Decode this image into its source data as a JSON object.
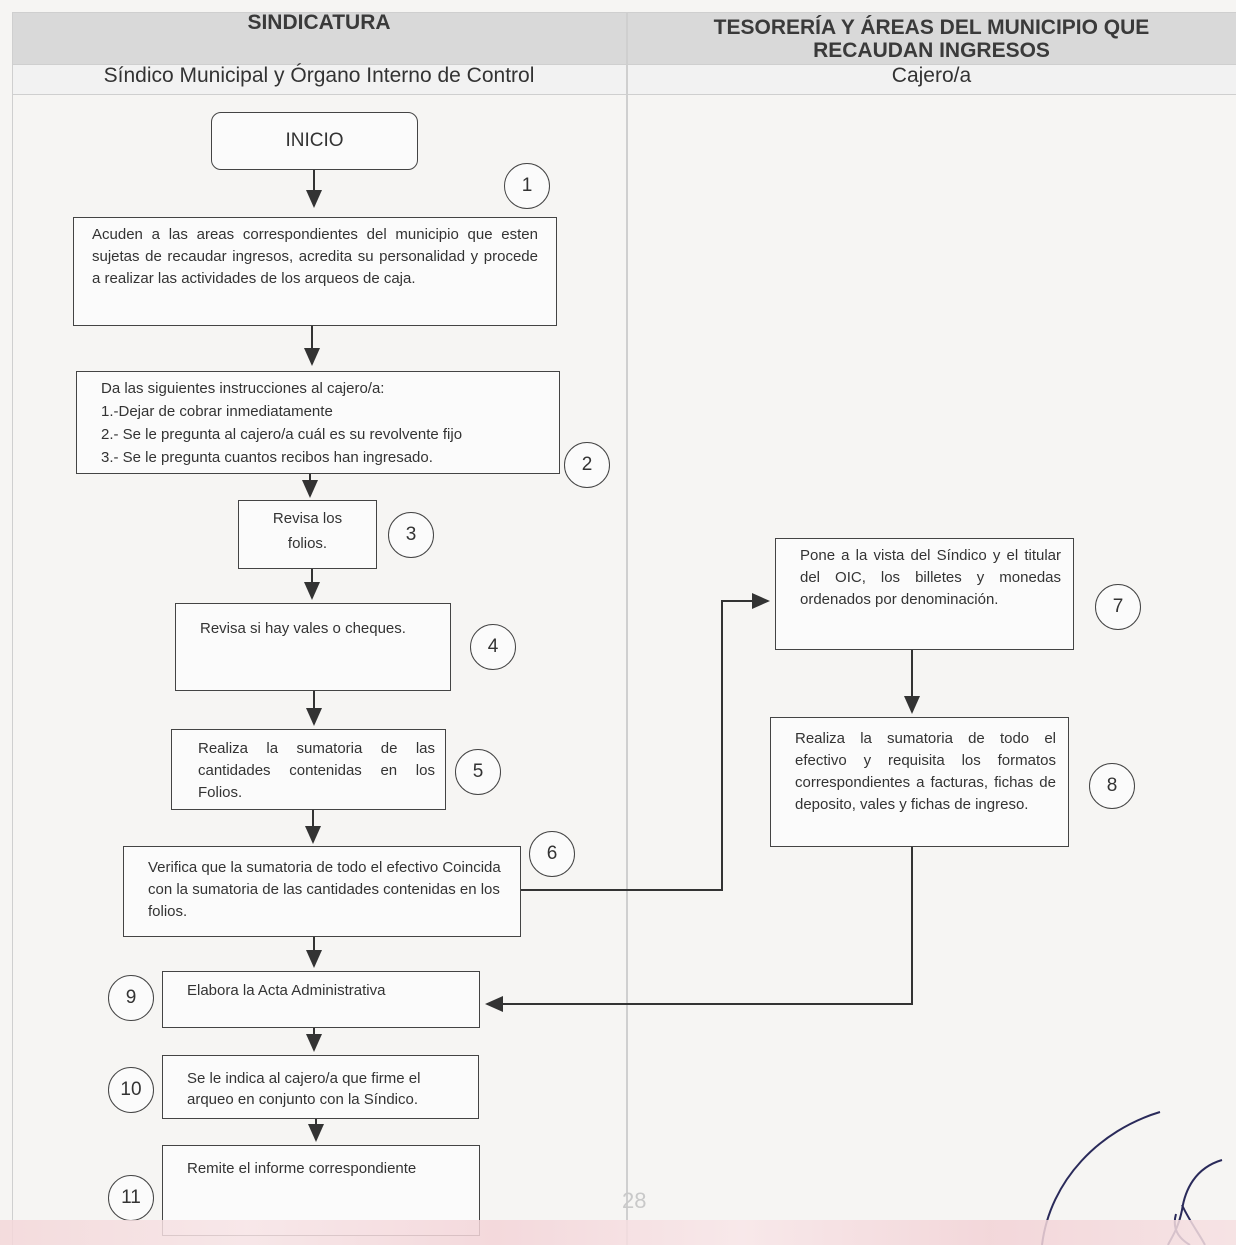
{
  "header": {
    "col_left_title": "SINDICATURA",
    "col_right_title_line1": "TESORERÍA Y ÁREAS DEL MUNICIPIO QUE",
    "col_right_title_line2": "RECAUDAN INGRESOS",
    "col_left_role": "Síndico Municipal y Órgano Interno de Control",
    "col_right_role": "Cajero/a"
  },
  "flow": {
    "start": "INICIO",
    "steps": [
      {
        "num": "1",
        "text": "Acuden a las areas correspondientes del municipio que esten sujetas de recaudar ingresos, acredita su personalidad y procede a realizar las actividades de los arqueos de caja."
      },
      {
        "num": "2",
        "lines": [
          "Da las siguientes instrucciones al cajero/a:",
          "1.-Dejar de cobrar inmediatamente",
          "2.- Se le pregunta al cajero/a cuál es su revolvente fijo",
          "3.- Se le pregunta cuantos recibos han ingresado."
        ]
      },
      {
        "num": "3",
        "line1": "Revisa los",
        "line2": "folios."
      },
      {
        "num": "4",
        "text": "Revisa si hay vales o cheques."
      },
      {
        "num": "5",
        "text": "Realiza la sumatoria de las cantidades contenidas en los Folios."
      },
      {
        "num": "6",
        "text": "Verifica que la sumatoria de todo el efectivo Coincida con la sumatoria de las cantidades contenidas en los folios."
      },
      {
        "num": "7",
        "text": "Pone a la vista del Síndico y el titular del OIC, los billetes y monedas ordenados por denominación."
      },
      {
        "num": "8",
        "text": "Realiza la sumatoria de todo el efectivo y requisita los formatos correspondientes a facturas, fichas de deposito, vales y fichas de ingreso."
      },
      {
        "num": "9",
        "text": "Elabora la Acta Administrativa"
      },
      {
        "num": "10",
        "text": "Se le indica al cajero/a que firme el arqueo en conjunto con la Síndico."
      },
      {
        "num": "11",
        "text": "Remite el informe correspondiente"
      }
    ]
  },
  "page_number": "28"
}
